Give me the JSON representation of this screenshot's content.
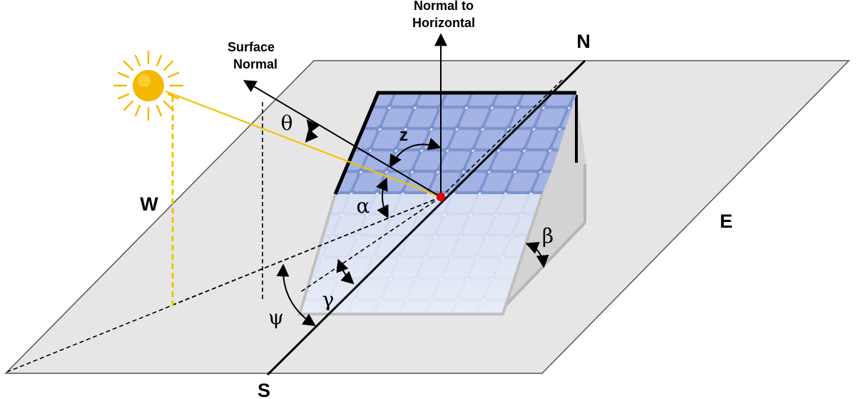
{
  "labels": {
    "normal_to_horizontal_line1": "Normal to",
    "normal_to_horizontal_line2": "Horizontal",
    "surface_normal_line1": "Surface",
    "surface_normal_line2": "Normal",
    "north": "N",
    "south": "S",
    "east": "E",
    "west": "W",
    "theta": "θ",
    "z": "z",
    "alpha": "α",
    "beta": "β",
    "gamma": "γ",
    "psi": "ψ"
  },
  "colors": {
    "ground": "#e6e6e6",
    "ground_edge": "#555555",
    "sun": "#f5b800",
    "sun_ray": "#f0c400",
    "panel_face": "#6f88c8",
    "panel_cell": "#8fa6dc",
    "panel_frame": "#000000",
    "panel_shadow_side": "#cfcfcf",
    "focal_point": "#e00000"
  },
  "icons": {
    "sun": "sun-icon",
    "focal_point": "red-dot-icon"
  }
}
